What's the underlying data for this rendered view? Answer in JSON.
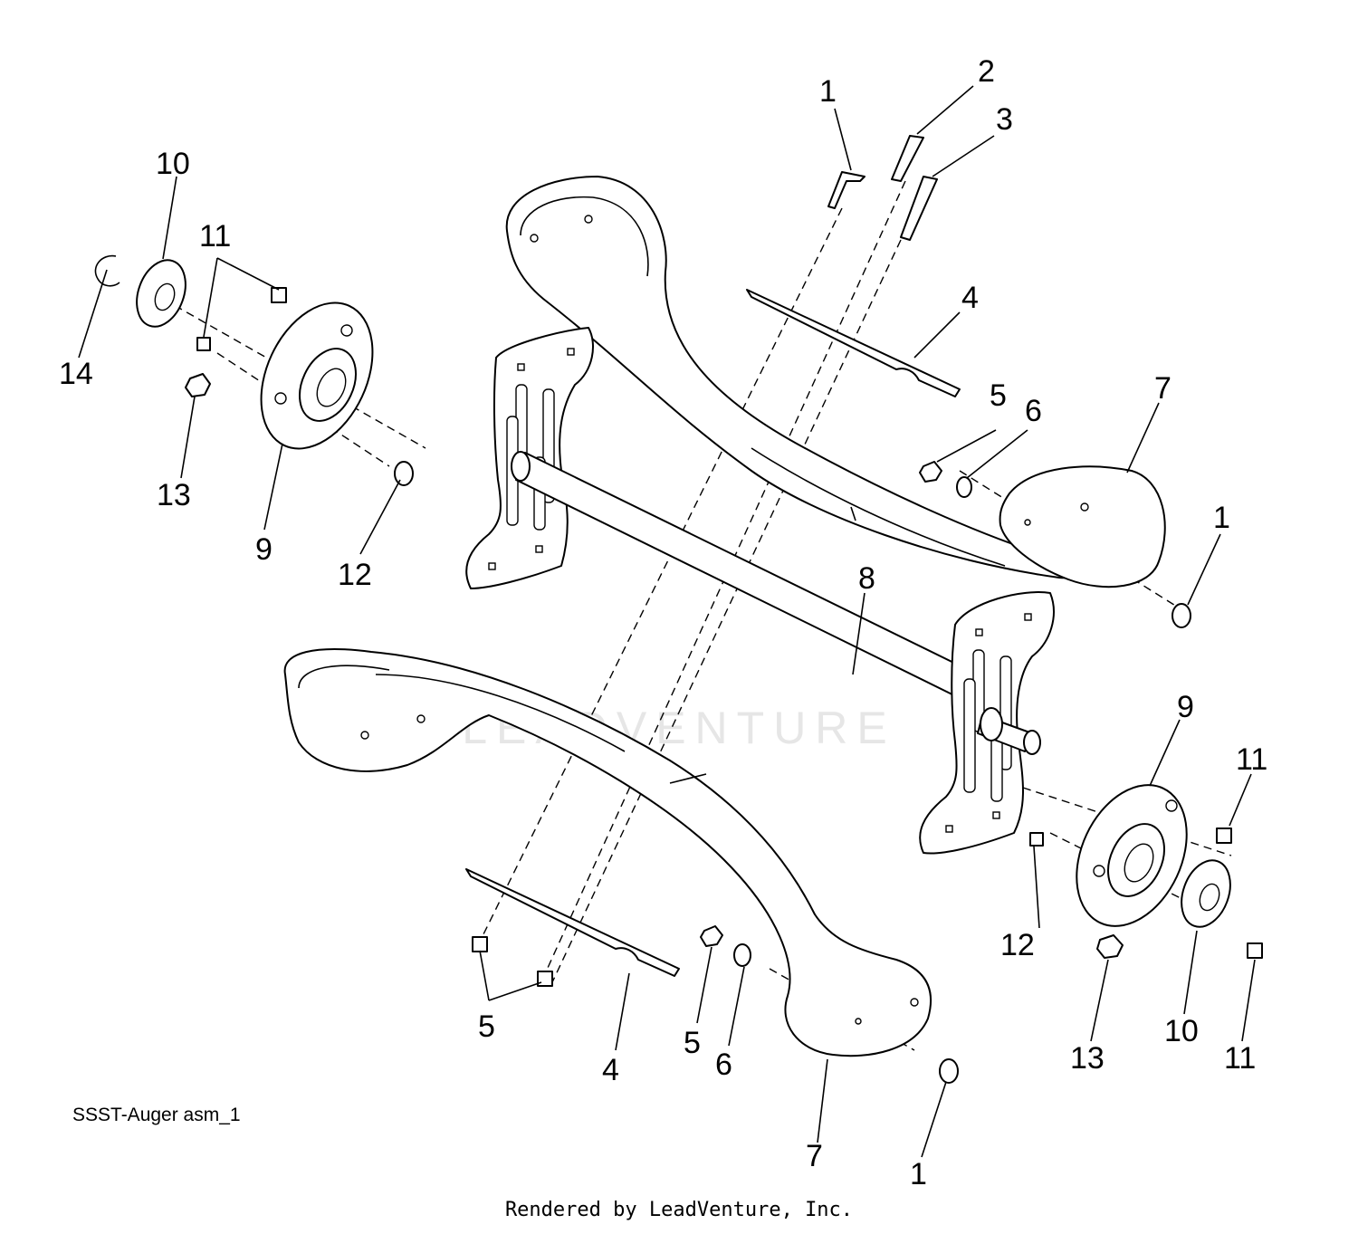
{
  "diagram": {
    "caption": "SSST-Auger asm_1",
    "rendered_by": "Rendered by LeadVenture, Inc.",
    "watermark": "LEADVENTURE"
  },
  "callouts": {
    "c1": "1",
    "c2": "2",
    "c3": "3",
    "c4": "4",
    "c5": "5",
    "c6": "6",
    "c7": "7",
    "c8": "8",
    "c9": "9",
    "c10": "10",
    "c11": "11",
    "c12": "12",
    "c13": "13",
    "c14": "14"
  }
}
